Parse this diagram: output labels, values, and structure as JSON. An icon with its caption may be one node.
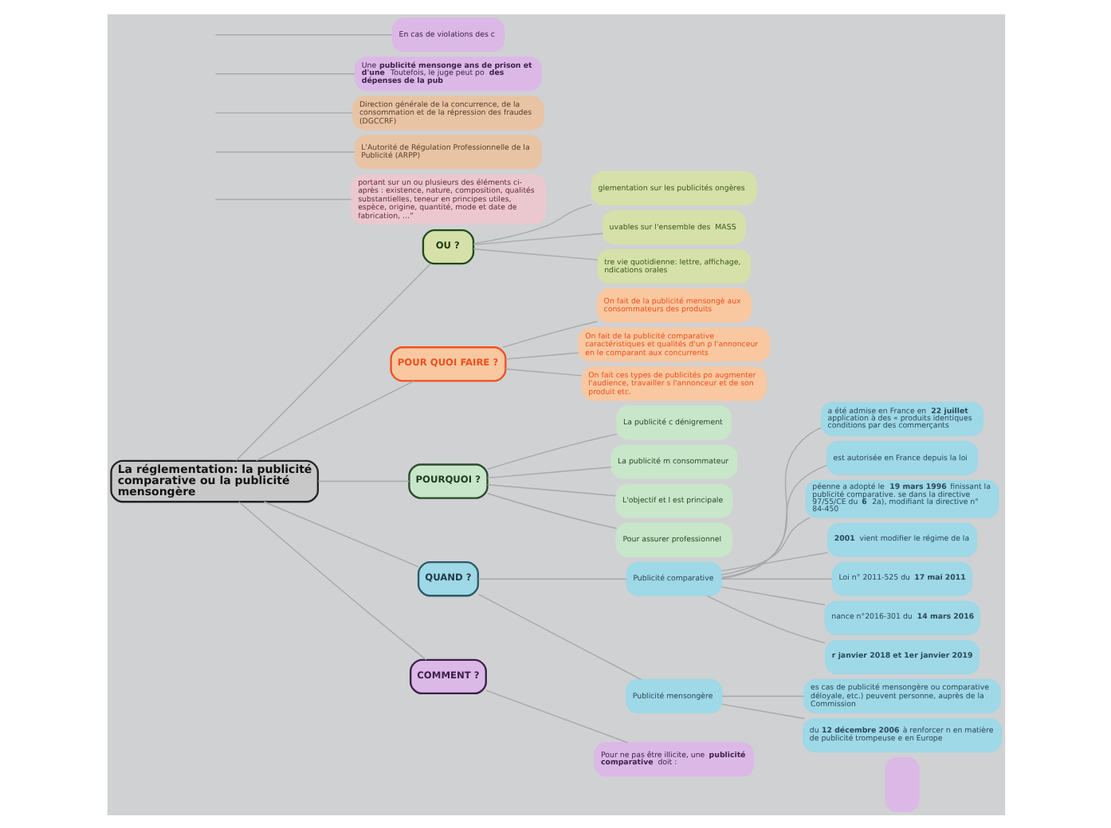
{
  "diagram": {
    "nodes": [
      {
        "text": [
          "La réglementation: la publicité comparative ou la publicité mensongère"
        ]
      },
      {
        "text": [
          "OU ?"
        ]
      },
      {
        "text": [
          "glementation sur les publicités ongères"
        ]
      },
      {
        "text": [
          "uvables sur l'ensemble des  MASS"
        ]
      },
      {
        "text": [
          "tre vie quotidienne: lettre, affichage, ndications orales"
        ]
      },
      {
        "text": [
          "portant sur un ou plusieurs des éléments ci-après : existence, nature, composition, qualités substantielles, teneur en principes utiles, espèce, origine, quantité, mode et date de fabrication, ...”"
        ]
      },
      {
        "text": [
          "L'Autorité de Régulation Professionnelle de la Publicité (ARPP)"
        ]
      },
      {
        "text": [
          "Direction générale de la concurrence, de la consommation et de la répression des fraudes (DGCCRF)"
        ]
      },
      {
        "text": [
          "POUR QUOI FAIRE ?"
        ]
      },
      {
        "text": [
          "On fait de la publicité mensongè aux consommateurs des produits"
        ]
      },
      {
        "text": [
          "On fait de la publicité comparative caractéristiques et qualités d'un p l'annonceur en le comparant aux concurrents"
        ]
      },
      {
        "text": [
          "On fait ces types de publicités po augmenter l'audience, travailler s l'annonceur et de son produit etc."
        ]
      },
      {
        "text": [
          "POURQUOI ?"
        ]
      },
      {
        "text": [
          "La publicité c dénigrement"
        ]
      },
      {
        "text": [
          "La publicité m consommateur"
        ]
      },
      {
        "text": [
          "L'objectif et l est principale"
        ]
      },
      {
        "text": [
          "Pour assurer professionnel"
        ]
      },
      {
        "text": [
          "QUAND ?"
        ]
      },
      {
        "text": [
          "Publicité comparative"
        ]
      },
      {
        "text": [
          "a été admise en France en **22 juillet** application à des « produits identiques conditions par des commerçants"
        ]
      },
      {
        "text": [
          "est autorisée en France depuis la loi"
        ]
      },
      {
        "text": [
          "péenne a adopté le **19 mars 1996** finissant la publicité comparative. se dans la directive 97/55/CE du **6** 2a), modifiant la directive n° 84-450"
        ]
      },
      {
        "text": [
          "**2001** vient modifier le régime de la"
        ]
      },
      {
        "text": [
          "Loi n° 2011-525 du **17 mai 2011**"
        ]
      },
      {
        "text": [
          "nance n°2016-301 du **14 mars 2016**"
        ]
      },
      {
        "text": [
          "**r janvier 2018 et 1er janvier 2019**"
        ]
      },
      {
        "text": [
          "Publicité mensongère"
        ]
      },
      {
        "text": [
          "es cas de publicité mensongère ou comparative déloyale, etc.) peuvent personne, auprès de la Commission"
        ]
      },
      {
        "text": [
          "du **12 décembre 2006** à renforcer n en matière de publicité trompeuse e en Europe"
        ]
      },
      {
        "text": [
          "COMMENT ?"
        ]
      },
      {
        "text": [
          "Pour ne pas être illicite, une **publicité comparative** doit :"
        ]
      },
      {
        "text": [],
        "shape": "box"
      },
      {
        "text": [
          "Une **publicité mensonge ans de prison et d'une** Toutefois, le juge peut po **des dépenses de la pub**"
        ]
      },
      {
        "text": [
          "En cas de violations des c"
        ]
      }
    ],
    "edges": [
      {
        "from": 0,
        "to": 1,
        "arrow": "none"
      },
      {
        "from": 1,
        "to": 2,
        "arrow": "none"
      },
      {
        "from": 1,
        "to": 3,
        "arrow": "none"
      },
      {
        "from": 1,
        "to": 4,
        "arrow": "none"
      },
      {
        "from": null,
        "to": 5,
        "arrow": "none"
      },
      {
        "from": null,
        "to": 6,
        "arrow": "none"
      },
      {
        "from": null,
        "to": 7,
        "arrow": "none"
      },
      {
        "from": 0,
        "to": 8,
        "arrow": "none"
      },
      {
        "from": 8,
        "to": 9,
        "arrow": "none"
      },
      {
        "from": 8,
        "to": 10,
        "arrow": "none"
      },
      {
        "from": 8,
        "to": 11,
        "arrow": "none"
      },
      {
        "from": 0,
        "to": 12,
        "arrow": "none"
      },
      {
        "from": 12,
        "to": 13,
        "arrow": "none"
      },
      {
        "from": 12,
        "to": 14,
        "arrow": "none"
      },
      {
        "from": 12,
        "to": 15,
        "arrow": "none"
      },
      {
        "from": 12,
        "to": 16,
        "arrow": "none"
      },
      {
        "from": 0,
        "to": 17,
        "arrow": "none"
      },
      {
        "from": 17,
        "to": 18,
        "arrow": "none"
      },
      {
        "from": 18,
        "to": 19,
        "arrow": "none"
      },
      {
        "from": 18,
        "to": 20,
        "arrow": "none"
      },
      {
        "from": 18,
        "to": 21,
        "arrow": "none"
      },
      {
        "from": 18,
        "to": 22,
        "arrow": "none"
      },
      {
        "from": 18,
        "to": 23,
        "arrow": "none"
      },
      {
        "from": 18,
        "to": 24,
        "arrow": "none"
      },
      {
        "from": 18,
        "to": 25,
        "arrow": "none"
      },
      {
        "from": 17,
        "to": 26,
        "arrow": "none"
      },
      {
        "from": 26,
        "to": 27,
        "arrow": "none"
      },
      {
        "from": 26,
        "to": 28,
        "arrow": "none"
      },
      {
        "from": 0,
        "to": 29,
        "arrow": "none"
      },
      {
        "from": 29,
        "to": 30,
        "arrow": "none"
      },
      {
        "from": null,
        "to": 32,
        "arrow": "none"
      },
      {
        "from": null,
        "to": 33,
        "arrow": "none"
      }
    ]
  }
}
